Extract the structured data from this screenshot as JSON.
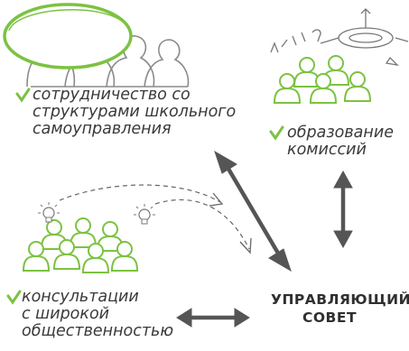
{
  "labels": {
    "cooperation": [
      "сотрудничество со",
      "структурами школьного",
      "самоуправления"
    ],
    "commissions": [
      "образование",
      "комиссий"
    ],
    "consultations": [
      "консультации",
      "с широкой",
      "общественностью"
    ]
  },
  "council": [
    "УПРАВЛЯЮЩИЙ",
    "СОВЕТ"
  ],
  "colors": {
    "accent_green": "#7cc242",
    "ink": "#3a3a3a",
    "arrow_gray": "#555555",
    "sketch_gray": "#8a8a8a"
  },
  "icons": [
    "people-group-icon",
    "checkmark-icon",
    "lightbulb-icon",
    "thought-bubble-icon",
    "arrow-icon"
  ]
}
